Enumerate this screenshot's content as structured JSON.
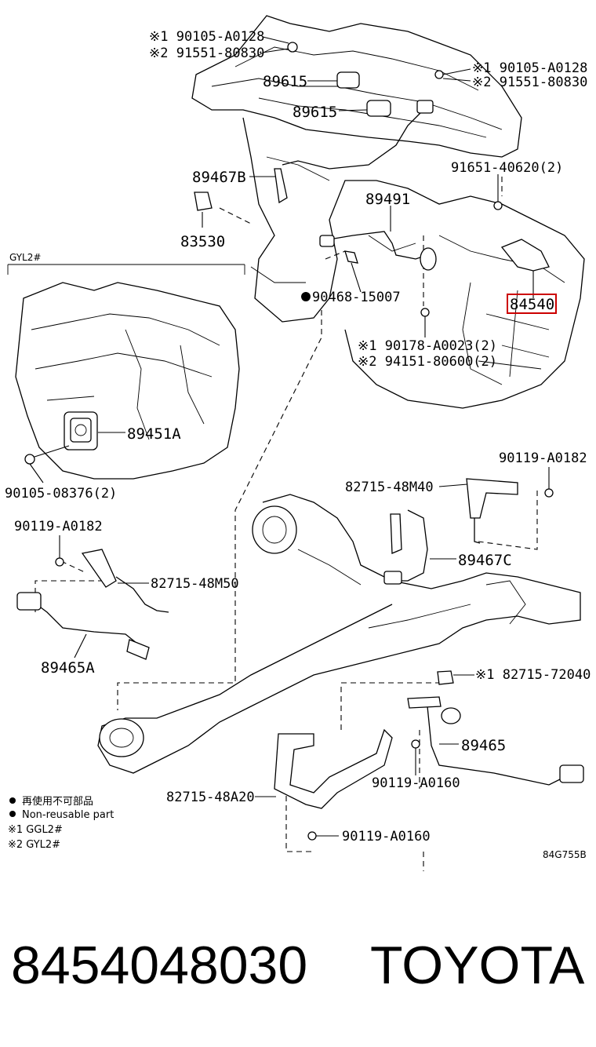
{
  "diagram": {
    "code": "84G755B",
    "inset_label": "GYL2#",
    "labels": {
      "l1a": "※1 90105-A0128",
      "l1b": "※2 91551-80830",
      "r1a": "※1 90105-A0128",
      "r1b": "※2 91551-80830",
      "p89615a": "89615",
      "p89615b": "89615",
      "p89467b": "89467B",
      "p91651": "91651-40620(2)",
      "p89491": "89491",
      "p83530": "83530",
      "p90468": "90468-15007",
      "p84540": "84540",
      "p90178": "※1 90178-A0023(2)",
      "p94151": "※2 94151-80600(2)",
      "p89451a": "89451A",
      "p90105b": "90105-08376(2)",
      "p90119a": "90119-A0182",
      "p90119b": "90119-A0182",
      "p82715m40": "82715-48M40",
      "p89467c": "89467C",
      "p82715m50": "82715-48M50",
      "p89465a": "89465A",
      "p82715_72040": "※1 82715-72040",
      "p89465": "89465",
      "p90119c": "90119-A0160",
      "p82715a20": "82715-48A20",
      "p90119d": "90119-A0160"
    },
    "legend": {
      "line1": "再使用不可部品",
      "line2": "Non-reusable part",
      "line3": "※1  GGL2#",
      "line4": "※2  GYL2#"
    }
  },
  "footer": {
    "part_number": "8454048030",
    "brand": "TOYOTA"
  },
  "highlight_color": "#cc0000"
}
